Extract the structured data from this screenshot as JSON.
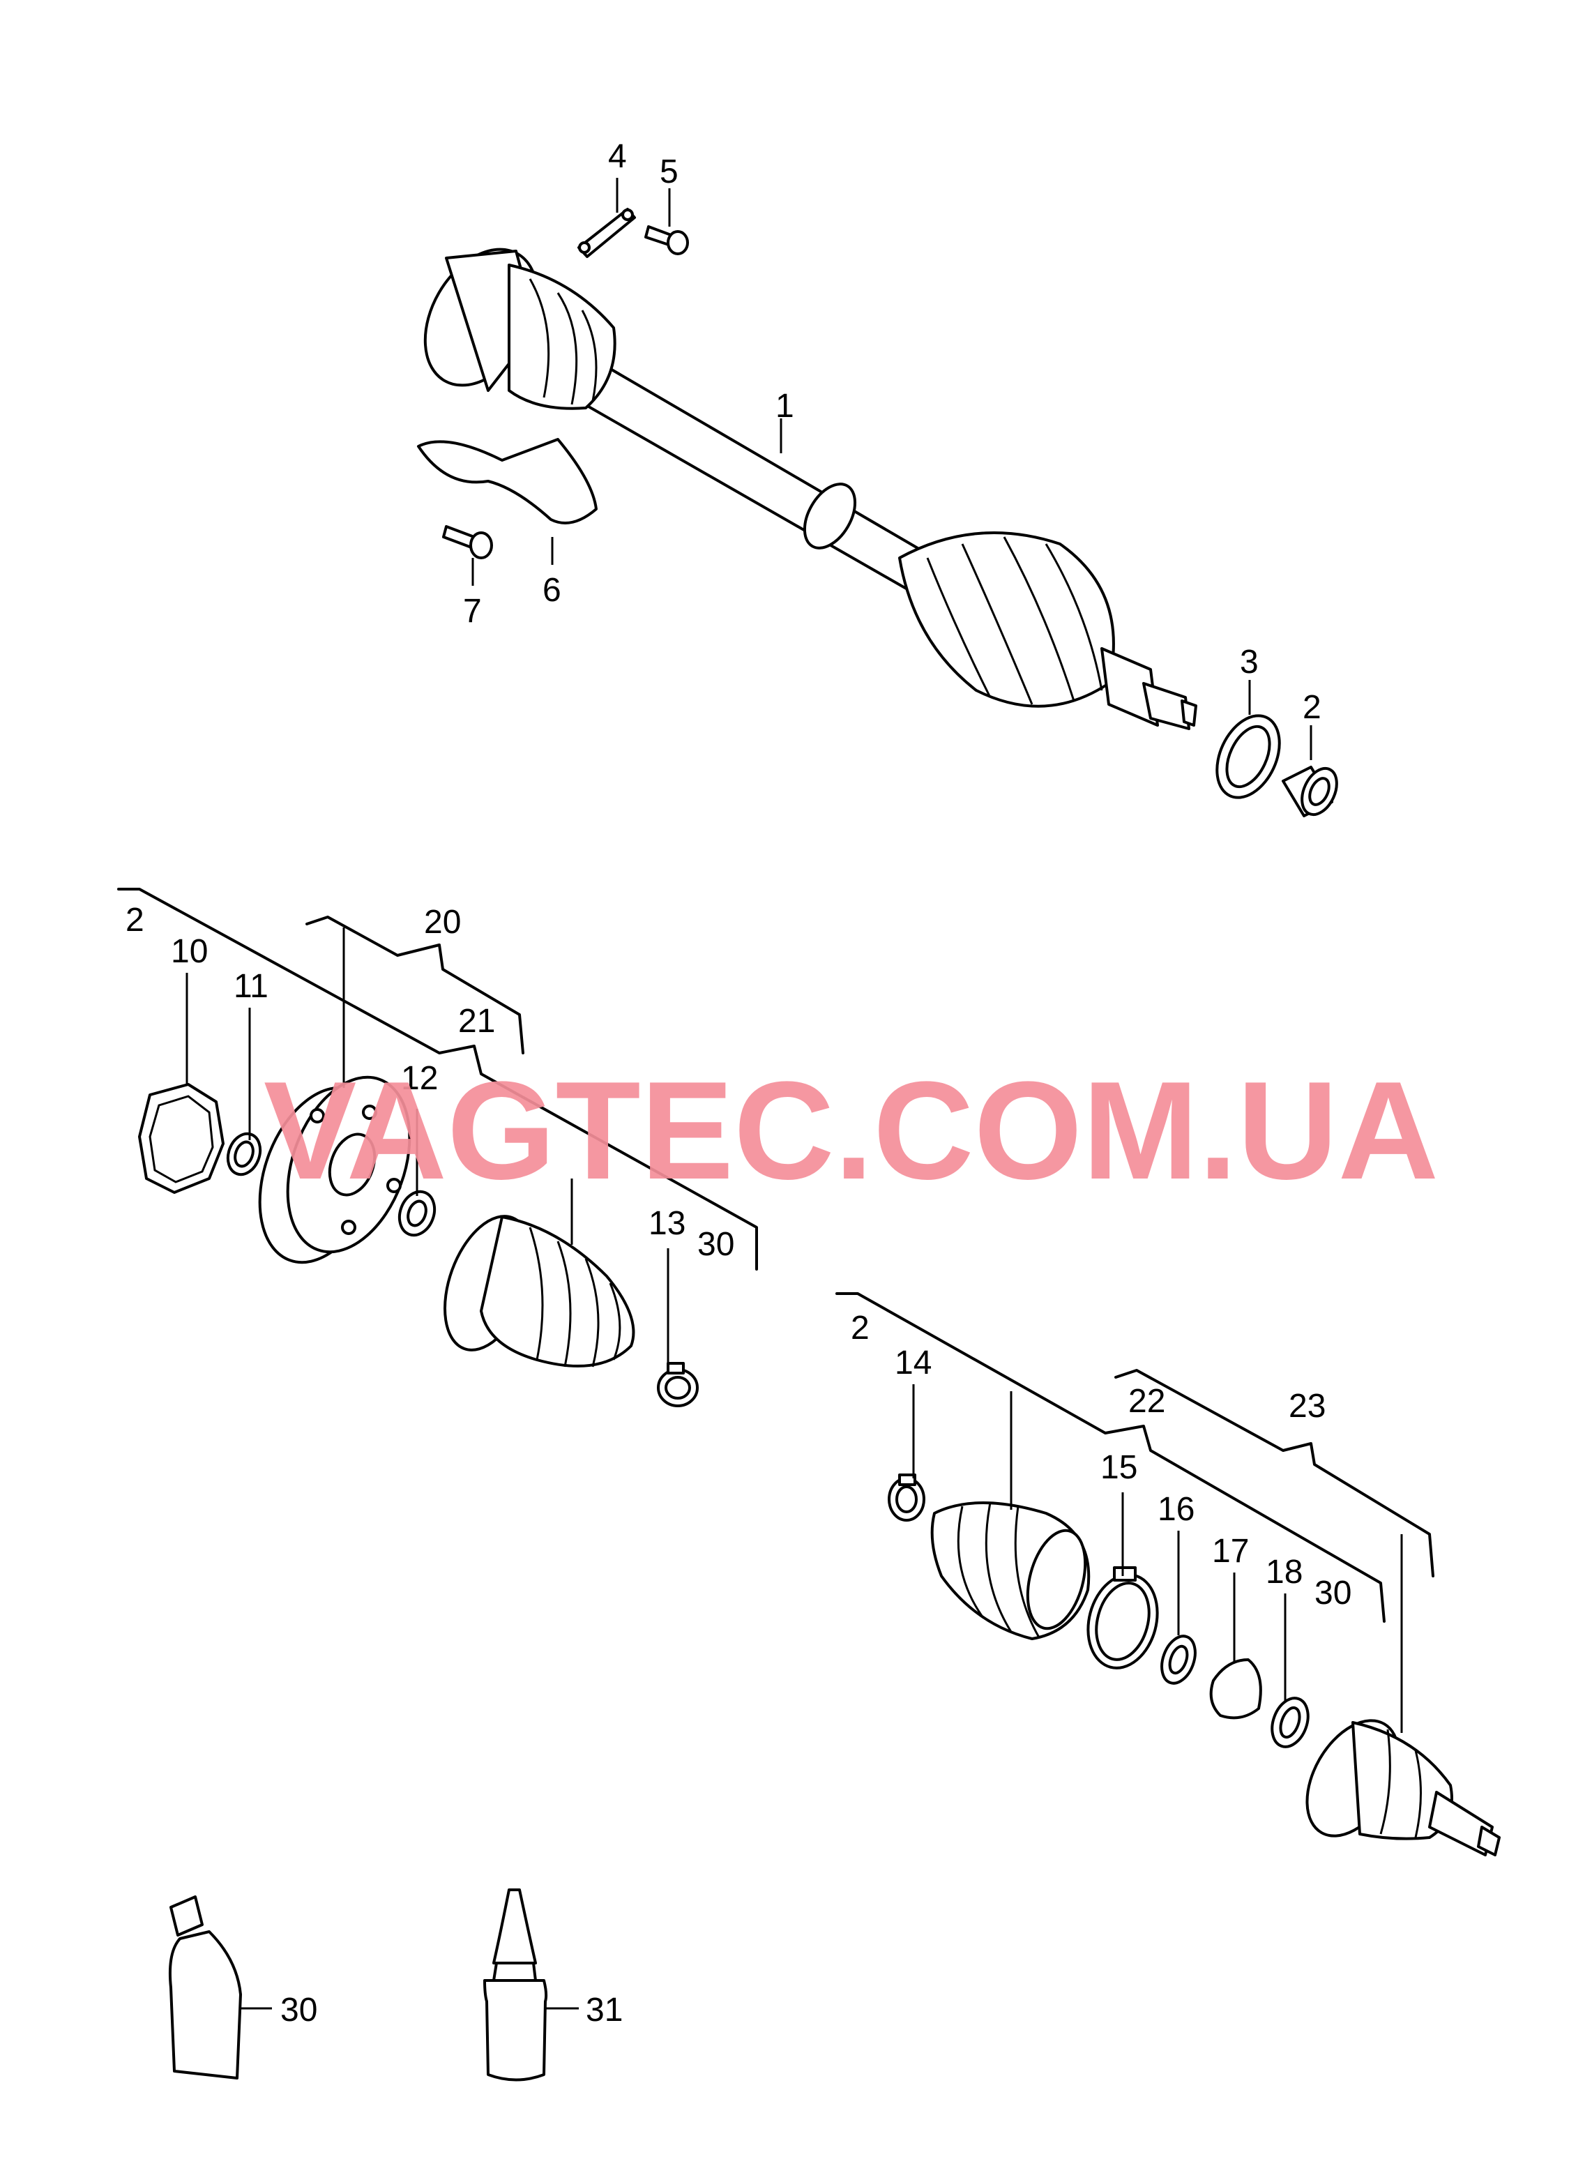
{
  "watermark": "VAGTEC.COM.UA",
  "accent_color": "#f58f9a",
  "callouts": {
    "c1": "1",
    "c2a": "2",
    "c3": "3",
    "c4": "4",
    "c5": "5",
    "c6": "6",
    "c7": "7",
    "c2b": "2",
    "c10": "10",
    "c11": "11",
    "c12": "12",
    "c13": "13",
    "c20": "20",
    "c21": "21",
    "c30a": "30",
    "c2c": "2",
    "c14": "14",
    "c15": "15",
    "c16": "16",
    "c17": "17",
    "c18": "18",
    "c22": "22",
    "c23": "23",
    "c30b": "30",
    "c30c": "30",
    "c31": "31"
  }
}
